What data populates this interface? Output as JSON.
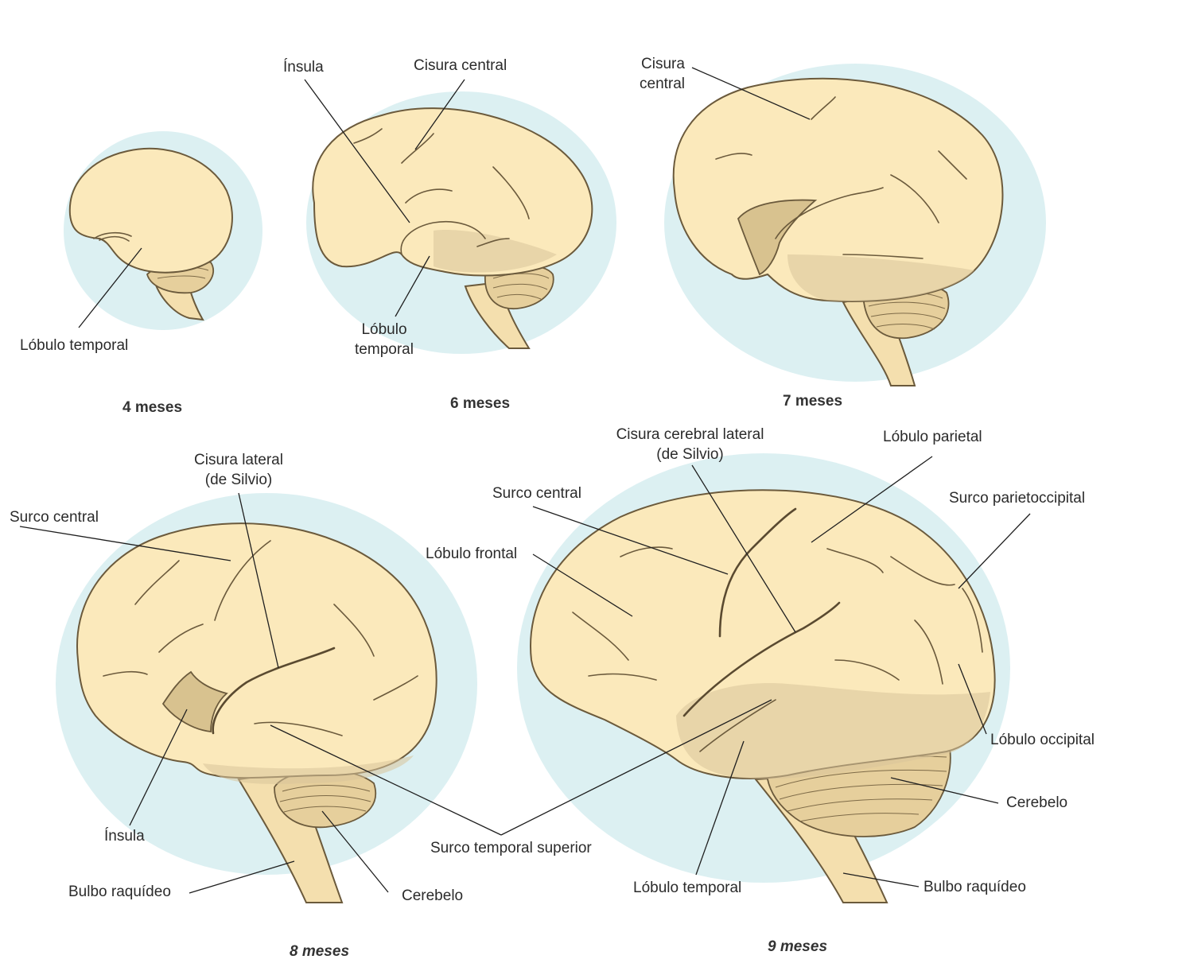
{
  "panels": {
    "m4": {
      "caption": "4 meses",
      "labels": {
        "temporal": "Lóbulo temporal"
      }
    },
    "m6": {
      "caption": "6 meses",
      "labels": {
        "insula": "Ínsula",
        "central": "Cisura central",
        "temporal_1": "Lóbulo",
        "temporal_2": "temporal"
      }
    },
    "m7": {
      "caption": "7 meses",
      "labels": {
        "central_1": "Cisura",
        "central_2": "central"
      }
    },
    "m8": {
      "caption": "8 meses",
      "labels": {
        "lateral_1": "Cisura lateral",
        "lateral_2": "(de Silvio)",
        "central": "Surco central",
        "insula": "Ínsula",
        "bulbo": "Bulbo raquídeo",
        "cerebelo": "Cerebelo"
      }
    },
    "shared": {
      "surco_temporal": "Surco temporal superior"
    },
    "m9": {
      "caption": "9 meses",
      "labels": {
        "lateral_1": "Cisura cerebral lateral",
        "lateral_2": "(de Silvio)",
        "parietal": "Lóbulo parietal",
        "central": "Surco central",
        "parieto": "Surco parietoccipital",
        "frontal": "Lóbulo frontal",
        "occipital": "Lóbulo occipital",
        "cerebelo": "Cerebelo",
        "temporal": "Lóbulo temporal",
        "bulbo": "Bulbo raquídeo"
      }
    }
  }
}
